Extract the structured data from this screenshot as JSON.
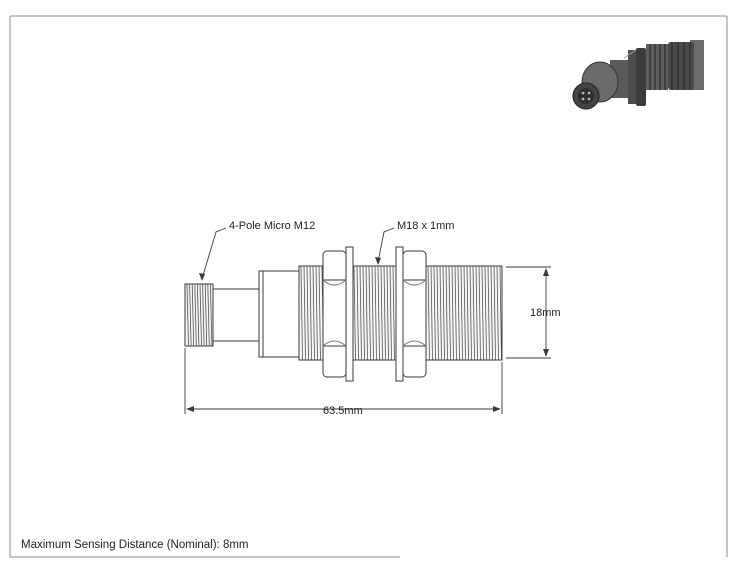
{
  "callouts": {
    "connector": "4-Pole Micro M12",
    "thread": "M18 x 1mm"
  },
  "dimensions": {
    "diameter": "18mm",
    "length": "63.5mm"
  },
  "footer": {
    "note": "Maximum Sensing Distance (Nominal): 8mm"
  },
  "colors": {
    "line": "#3a3a3a",
    "border": "#8a8a8a",
    "thumbnail_body": "#5a5a5a"
  },
  "icons": {
    "thumbnail": "sensor-3d-preview-icon"
  }
}
